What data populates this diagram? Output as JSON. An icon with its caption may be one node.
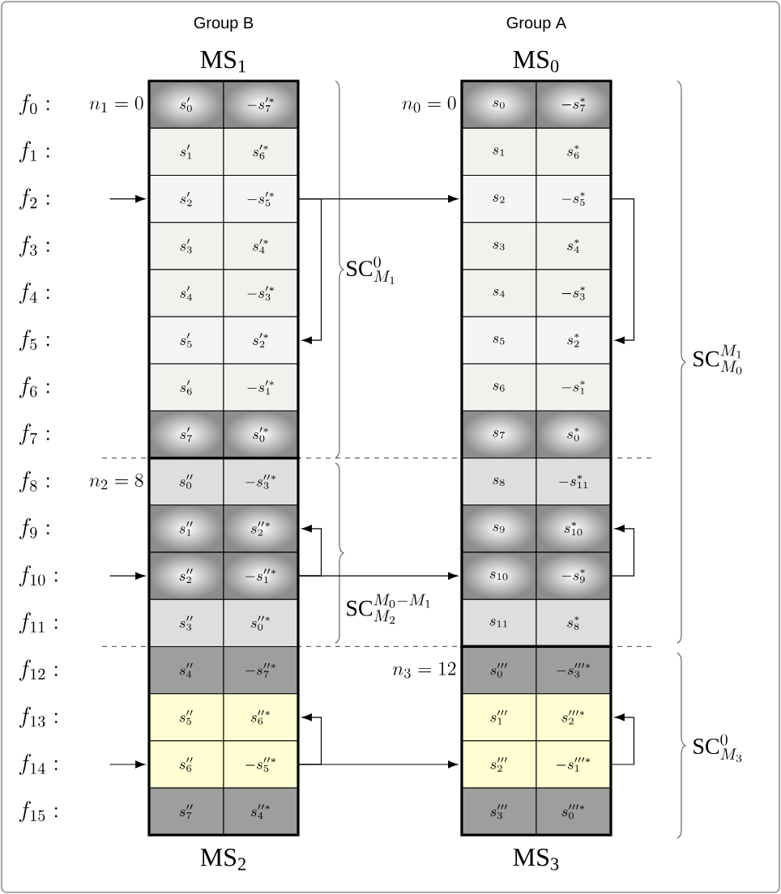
{
  "diagram": {
    "nodes": [
      {
        "text": [
          "Group B",
          "MS$_{1}$"
        ]
      },
      {
        "text": [
          "s^{\\prime}_{0}"
        ],
        "in": 0
      },
      {
        "text": [
          "-s^{\\prime *}_{7}"
        ],
        "in": 0
      },
      {
        "text": [
          "s^{\\prime}_{1}"
        ],
        "in": 0
      },
      {
        "text": [
          "s^{\\prime *}_{6}"
        ],
        "in": 0
      },
      {
        "text": [
          "s^{\\prime}_{2}"
        ],
        "in": 0
      },
      {
        "text": [
          "-s^{\\prime *}_{5}"
        ],
        "in": 0
      },
      {
        "text": [
          "s^{\\prime}_{3}"
        ],
        "in": 0
      },
      {
        "text": [
          "s^{\\prime *}_{4}"
        ],
        "in": 0
      },
      {
        "text": [
          "s^{\\prime}_{4}"
        ],
        "in": 0
      },
      {
        "text": [
          "-s^{\\prime *}_{3}"
        ],
        "in": 0
      },
      {
        "text": [
          "s^{\\prime}_{5}"
        ],
        "in": 0
      },
      {
        "text": [
          "s^{\\prime *}_{2}"
        ],
        "in": 0
      },
      {
        "text": [
          "s^{\\prime}_{6}"
        ],
        "in": 0
      },
      {
        "text": [
          "-s^{\\prime *}_{1}"
        ],
        "in": 0
      },
      {
        "text": [
          "s^{\\prime}_{7}"
        ],
        "in": 0
      },
      {
        "text": [
          "s^{\\prime *}_{0}"
        ],
        "in": 0
      },
      {
        "text": [
          "Group A",
          "MS$_{0}$"
        ]
      },
      {
        "text": [
          "s_{0}"
        ],
        "in": 17
      },
      {
        "text": [
          "-s^{*}_{7}"
        ],
        "in": 17
      },
      {
        "text": [
          "s_{1}"
        ],
        "in": 17
      },
      {
        "text": [
          "s^{*}_{6}"
        ],
        "in": 17
      },
      {
        "text": [
          "s_{2}"
        ],
        "in": 17
      },
      {
        "text": [
          "-s^{*}_{5}"
        ],
        "in": 17
      },
      {
        "text": [
          "s_{3}"
        ],
        "in": 17
      },
      {
        "text": [
          "s^{*}_{4}"
        ],
        "in": 17
      },
      {
        "text": [
          "s_{4}"
        ],
        "in": 17
      },
      {
        "text": [
          "-s^{*}_{3}"
        ],
        "in": 17
      },
      {
        "text": [
          "s_{5}"
        ],
        "in": 17
      },
      {
        "text": [
          "s^{*}_{2}"
        ],
        "in": 17
      },
      {
        "text": [
          "s_{6}"
        ],
        "in": 17
      },
      {
        "text": [
          "-s^{*}_{1}"
        ],
        "in": 17
      },
      {
        "text": [
          "s_{7}"
        ],
        "in": 17
      },
      {
        "text": [
          "s^{*}_{0}"
        ],
        "in": 17
      },
      {
        "text": [
          "s_{8}"
        ],
        "in": 17
      },
      {
        "text": [
          "-s^{*}_{11}"
        ],
        "in": 17
      },
      {
        "text": [
          "s_{9}"
        ],
        "in": 17
      },
      {
        "text": [
          "s^{*}_{10}"
        ],
        "in": 17
      },
      {
        "text": [
          "s_{10}"
        ],
        "in": 17
      },
      {
        "text": [
          "-s^{*}_{9}"
        ],
        "in": 17
      },
      {
        "text": [
          "s_{11}"
        ],
        "in": 17
      },
      {
        "text": [
          "s^{*}_{8}"
        ],
        "in": 17
      },
      {
        "text": [
          "MS$_{2}$"
        ]
      },
      {
        "text": [
          "s^{\\prime\\prime}_{0}"
        ],
        "in": 42
      },
      {
        "text": [
          "-s^{\\prime\\prime *}_{3}"
        ],
        "in": 42
      },
      {
        "text": [
          "s^{\\prime\\prime}_{1}"
        ],
        "in": 42
      },
      {
        "text": [
          "s^{\\prime\\prime *}_{2}"
        ],
        "in": 42
      },
      {
        "text": [
          "s^{\\prime\\prime}_{2}"
        ],
        "in": 42
      },
      {
        "text": [
          "-s^{\\prime\\prime *}_{1}"
        ],
        "in": 42
      },
      {
        "text": [
          "s^{\\prime\\prime}_{3}"
        ],
        "in": 42
      },
      {
        "text": [
          "s^{\\prime\\prime *}_{0}"
        ],
        "in": 42
      },
      {
        "text": [
          "s^{\\prime\\prime}_{4}"
        ],
        "in": 42
      },
      {
        "text": [
          "-s^{\\prime\\prime *}_{7}"
        ],
        "in": 42
      },
      {
        "text": [
          "s^{\\prime\\prime}_{5}"
        ],
        "in": 42
      },
      {
        "text": [
          "s^{\\prime\\prime *}_{6}"
        ],
        "in": 42
      },
      {
        "text": [
          "s^{\\prime\\prime}_{6}"
        ],
        "in": 42
      },
      {
        "text": [
          "-s^{\\prime\\prime *}_{5}"
        ],
        "in": 42
      },
      {
        "text": [
          "s^{\\prime\\prime}_{7}"
        ],
        "in": 42
      },
      {
        "text": [
          "s^{\\prime\\prime *}_{4}"
        ],
        "in": 42
      },
      {
        "text": [
          "MS$_{3}$"
        ]
      },
      {
        "text": [
          "s^{\\prime\\prime\\prime}_{0}"
        ],
        "in": 59
      },
      {
        "text": [
          "-s^{\\prime\\prime\\prime *}_{3}"
        ],
        "in": 59
      },
      {
        "text": [
          "s^{\\prime\\prime\\prime}_{1}"
        ],
        "in": 59
      },
      {
        "text": [
          "s^{\\prime\\prime\\prime *}_{2}"
        ],
        "in": 59
      },
      {
        "text": [
          "s^{\\prime\\prime\\prime}_{2}"
        ],
        "in": 59
      },
      {
        "text": [
          "-s^{\\prime\\prime\\prime *}_{1}"
        ],
        "in": 59
      },
      {
        "text": [
          "s^{\\prime\\prime\\prime}_{3}"
        ],
        "in": 59
      },
      {
        "text": [
          "s^{\\prime\\prime\\prime *}_{0}"
        ],
        "in": 59
      }
    ],
    "edges": [
      {
        "from": null,
        "to": 5,
        "arrow": "to"
      },
      {
        "from": 6,
        "to": 12,
        "arrow": "to"
      },
      {
        "from": 6,
        "to": 22,
        "arrow": "to"
      },
      {
        "from": 23,
        "to": 29,
        "arrow": "to"
      },
      {
        "from": null,
        "to": 47,
        "arrow": "to"
      },
      {
        "from": 48,
        "to": 46,
        "arrow": "to"
      },
      {
        "from": 48,
        "to": 38,
        "arrow": "to"
      },
      {
        "from": 39,
        "to": 37,
        "arrow": "to"
      },
      {
        "from": null,
        "to": 55,
        "arrow": "to"
      },
      {
        "from": 56,
        "to": 54,
        "arrow": "to"
      },
      {
        "from": 56,
        "to": 64,
        "arrow": "to"
      },
      {
        "from": 65,
        "to": 63,
        "arrow": "to"
      }
    ],
    "labels": [
      "f_{0}:",
      "f_{1}:",
      "f_{2}:",
      "f_{3}:",
      "f_{4}:",
      "f_{5}:",
      "f_{6}:",
      "f_{7}:",
      "f_{8}:",
      "f_{9}:",
      "f_{10}:",
      "f_{11}:",
      "f_{12}:",
      "f_{13}:",
      "f_{14}:",
      "f_{15}:",
      "n_{1}=0",
      "n_{0}=0",
      "\\mathrm{SC}^{0}_{M_{1}}",
      "\\mathrm{SC}^{M_{1}}_{M_{0}}",
      "n_{2}=8",
      "\\mathrm{SC}^{M_{0}-M_{1}}_{M_{2}}",
      "n_{3}=12",
      "\\mathrm{SC}^{0}_{M_{3}}"
    ]
  }
}
